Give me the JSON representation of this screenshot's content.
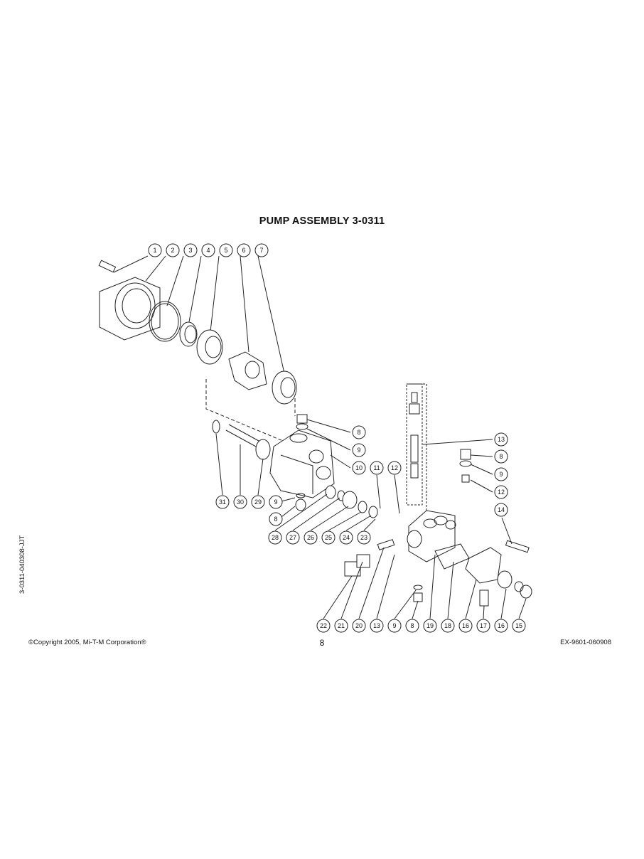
{
  "title": "PUMP ASSEMBLY 3-0311",
  "side_code": "3-0311-040308-JJT",
  "footer": {
    "copyright": "©Copyright 2005, Mi-T-M Corporation®",
    "page_number": "8",
    "doc_code": "EX-9601-060908"
  },
  "callouts": {
    "top_row": [
      "1",
      "2",
      "3",
      "4",
      "5",
      "6",
      "7"
    ],
    "right_upper": [
      "8",
      "9",
      "10"
    ],
    "middle": [
      "11",
      "12"
    ],
    "right_side": [
      "13",
      "8",
      "9",
      "12",
      "14"
    ],
    "left_mid": [
      "9",
      "8"
    ],
    "row_31": [
      "31",
      "30",
      "29"
    ],
    "row_28": [
      "28",
      "27",
      "26",
      "25",
      "24",
      "23"
    ],
    "bottom_row": [
      "22",
      "21",
      "20",
      "13",
      "9",
      "8",
      "19",
      "18",
      "16",
      "17",
      "16",
      "15"
    ]
  }
}
